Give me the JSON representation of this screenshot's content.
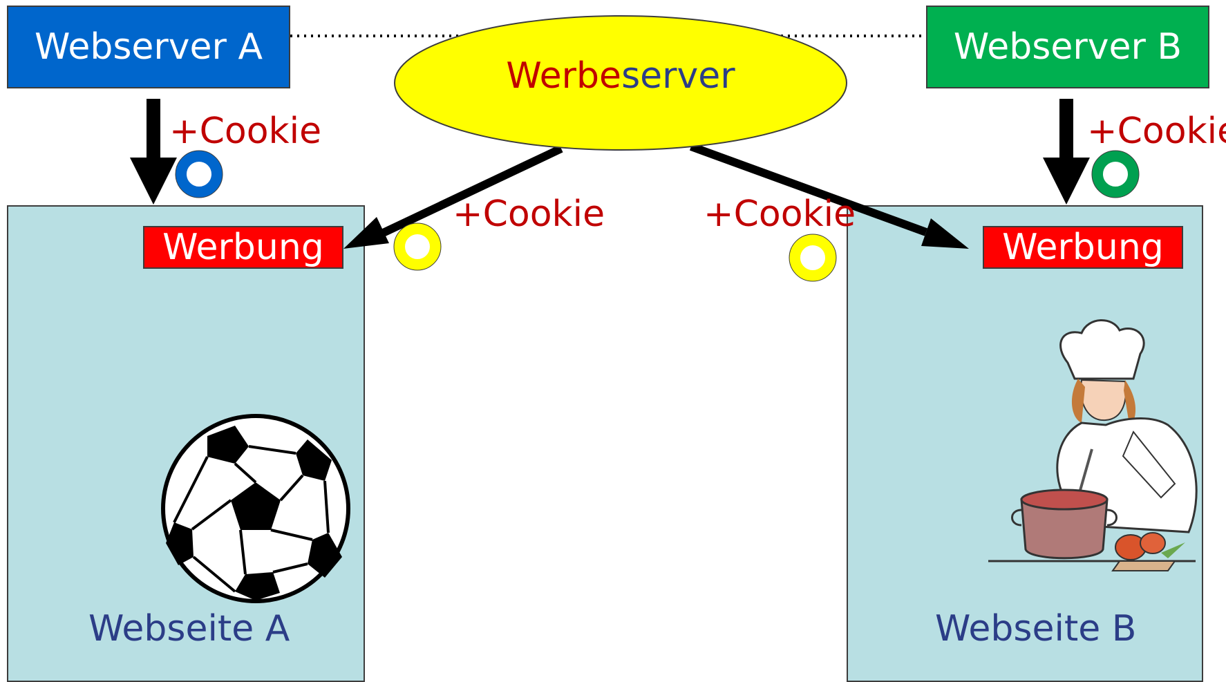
{
  "servers": {
    "a": {
      "label": "Webserver A",
      "color": "#0066cc"
    },
    "b": {
      "label": "Webserver B",
      "color": "#00b050"
    },
    "ad": {
      "label_part1": "Werbe",
      "label_part2": "server",
      "fill": "#ffff00"
    }
  },
  "pages": {
    "a": {
      "label": "Webseite A",
      "ad_label": "Werbung",
      "image": "soccer-ball"
    },
    "b": {
      "label": "Webseite B",
      "ad_label": "Werbung",
      "image": "chef-cooking"
    }
  },
  "cookies": {
    "a": {
      "label": "+Cookie",
      "color": "#0066cc"
    },
    "b": {
      "label": "+Cookie",
      "color": "#00a050"
    },
    "ad_to_a": {
      "label": "+Cookie",
      "color": "#ffff00"
    },
    "ad_to_b": {
      "label": "+Cookie",
      "color": "#ffff00"
    }
  },
  "colors": {
    "page_bg": "#b8dfe3",
    "ad_bg": "#ff0000",
    "cookie_text": "#c00000",
    "page_text": "#2b3d87"
  }
}
